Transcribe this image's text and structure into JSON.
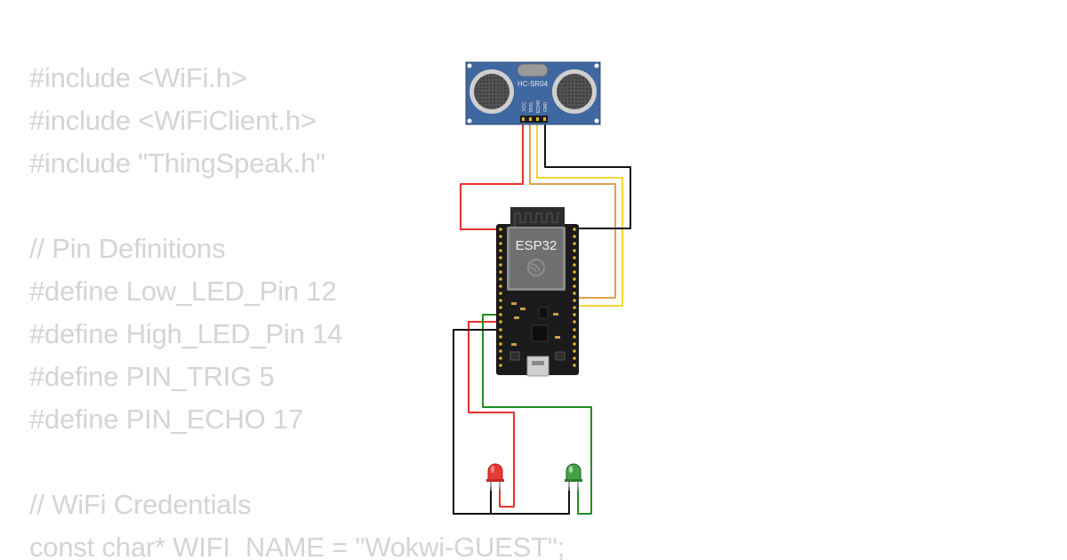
{
  "code": {
    "lines": [
      "#include <WiFi.h>",
      "#include <WiFiClient.h>",
      "#include \"ThingSpeak.h\"",
      "",
      "// Pin Definitions",
      "#define Low_LED_Pin 12",
      "#define High_LED_Pin 14",
      "#define PIN_TRIG 5",
      "#define PIN_ECHO 17",
      "",
      "// WiFi Credentials",
      "const char* WIFI_NAME = \"Wokwi-GUEST\";"
    ]
  },
  "circuit": {
    "sensor": {
      "label": "HC-SR04",
      "pins": [
        "VCC",
        "TRIG",
        "ECHO",
        "GND"
      ]
    },
    "board": {
      "label": "ESP32"
    },
    "leds": [
      {
        "name": "red",
        "color": "#e53935"
      },
      {
        "name": "green",
        "color": "#43a047"
      }
    ],
    "colors": {
      "wire_red": "#e5322d",
      "wire_yellow": "#f2d630",
      "wire_orange": "#e3a04a",
      "wire_black": "#111111",
      "wire_green": "#1e8e1e",
      "sensor_blue": "#3f67a0",
      "board_black": "#1b1b1b",
      "pin_gold": "#d9b23a"
    }
  }
}
